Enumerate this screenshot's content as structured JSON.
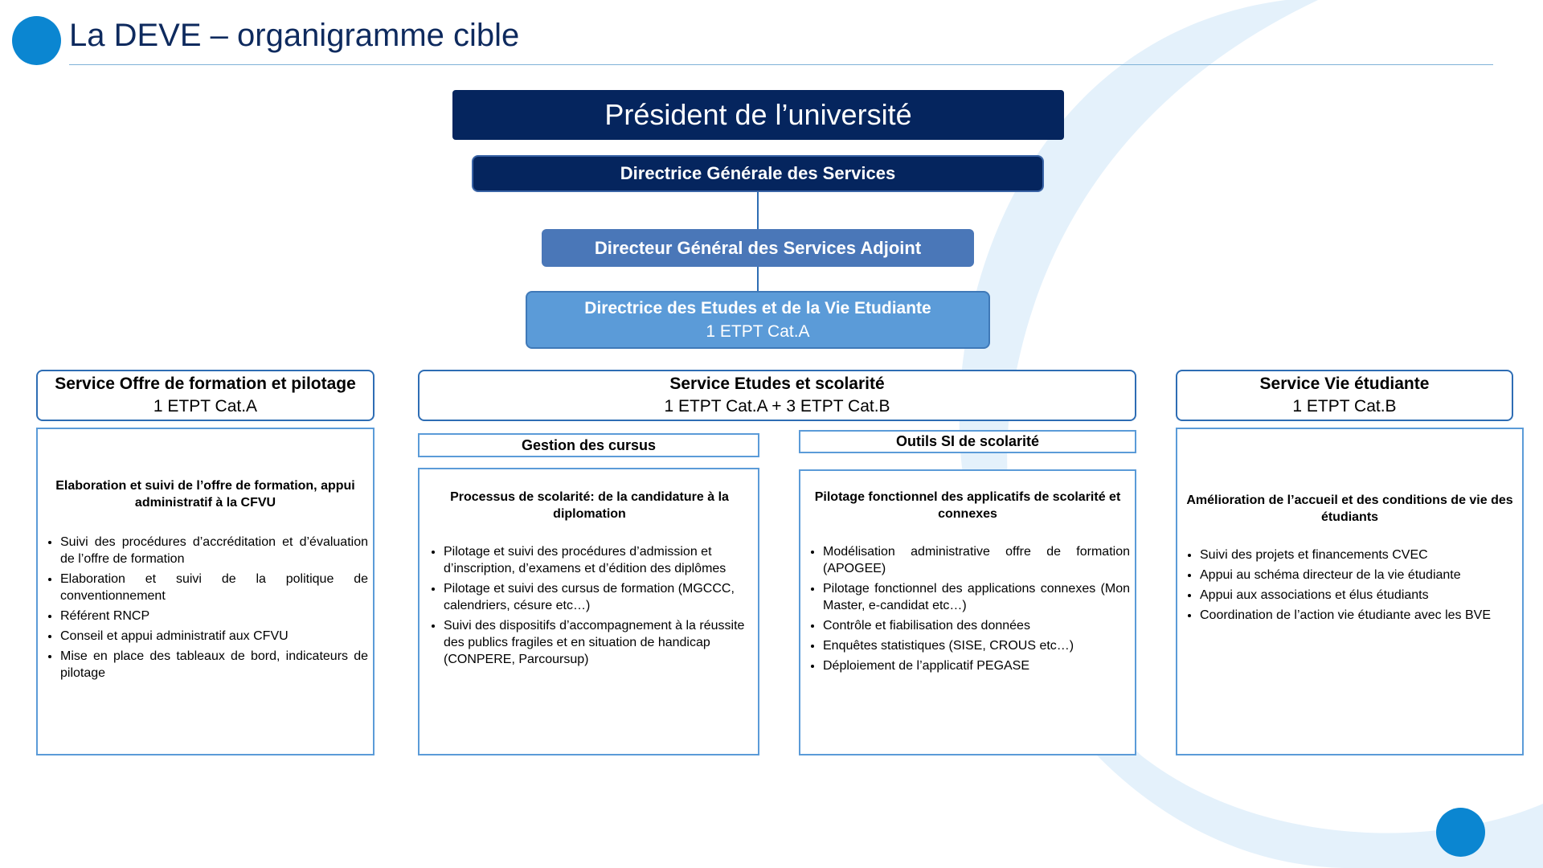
{
  "title": "La DEVE – organigramme cible",
  "colors": {
    "navy": "#05255e",
    "accent": "#0b86d1",
    "mid_blue": "#4a77b8",
    "light_blue": "#5b9bd8"
  },
  "hierarchy": {
    "president": "Président de l’université",
    "dgs": "Directrice Générale des Services",
    "dgsa": "Directeur Général des Services Adjoint",
    "deve": {
      "name": "Directrice des Etudes et de la Vie Etudiante",
      "staff": "1 ETPT Cat.A"
    }
  },
  "services": [
    {
      "name": "Service Offre de formation et pilotage",
      "staff": "1 ETPT Cat.A",
      "panel": {
        "heading": "Elaboration et suivi de l’offre de formation, appui administratif à la CFVU",
        "items": [
          "Suivi des procédures d’accréditation et d’évaluation de l’offre de formation",
          "Elaboration et suivi de la politique de conventionnement",
          "Référent RNCP",
          "Conseil et appui administratif aux CFVU",
          "Mise en place des tableaux de bord, indicateurs de pilotage"
        ]
      }
    },
    {
      "name": "Service Etudes et scolarité",
      "staff": "1 ETPT Cat.A + 3 ETPT Cat.B",
      "subunits": [
        {
          "name": "Gestion des cursus",
          "heading": "Processus de scolarité: de la candidature à la diplomation",
          "items": [
            "Pilotage et suivi des procédures d’admission et d’inscription, d’examens et d’édition des diplômes",
            "Pilotage et suivi des cursus de formation (MGCCC, calendriers, césure etc…)",
            "Suivi des dispositifs d’accompagnement à la réussite des publics fragiles et en situation de handicap (CONPERE, Parcoursup)"
          ]
        },
        {
          "name": "Outils SI de scolarité",
          "heading": "Pilotage fonctionnel des applicatifs de scolarité et connexes",
          "items": [
            "Modélisation administrative offre de formation (APOGEE)",
            "Pilotage fonctionnel des applications connexes (Mon Master, e-candidat etc…)",
            "Contrôle et fiabilisation des données",
            "Enquêtes statistiques (SISE, CROUS etc…)",
            "Déploiement de l’applicatif PEGASE"
          ]
        }
      ]
    },
    {
      "name": "Service Vie étudiante",
      "staff": "1 ETPT Cat.B",
      "panel": {
        "heading": "Amélioration de l’accueil et des conditions de vie des étudiants",
        "items": [
          "Suivi des projets et financements CVEC",
          "Appui au schéma directeur de la vie étudiante",
          "Appui aux associations et élus étudiants",
          "Coordination de l’action vie étudiante avec les BVE"
        ]
      }
    }
  ]
}
